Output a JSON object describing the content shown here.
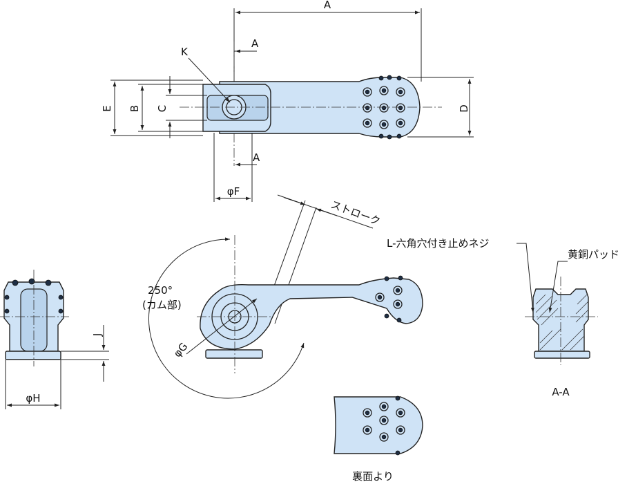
{
  "labels": {
    "A_top": "A",
    "A_section_upper": "A",
    "A_section_lower": "A",
    "K": "K",
    "E": "E",
    "B": "B",
    "C": "C",
    "D": "D",
    "phiF": "φF",
    "stroke": "ストローク",
    "screw": "L-六角穴付き止めネジ",
    "brass_pad": "黄銅パッド",
    "angle": "250°",
    "cam_part": "(カム部)",
    "phiG": "φG",
    "J": "J",
    "phiH": "φH",
    "section": "A-A",
    "back_view": "裏面より"
  },
  "colors": {
    "part_fill": "#cfe3f6",
    "outline": "#222222",
    "bolt_hole": "#1e2e44"
  }
}
